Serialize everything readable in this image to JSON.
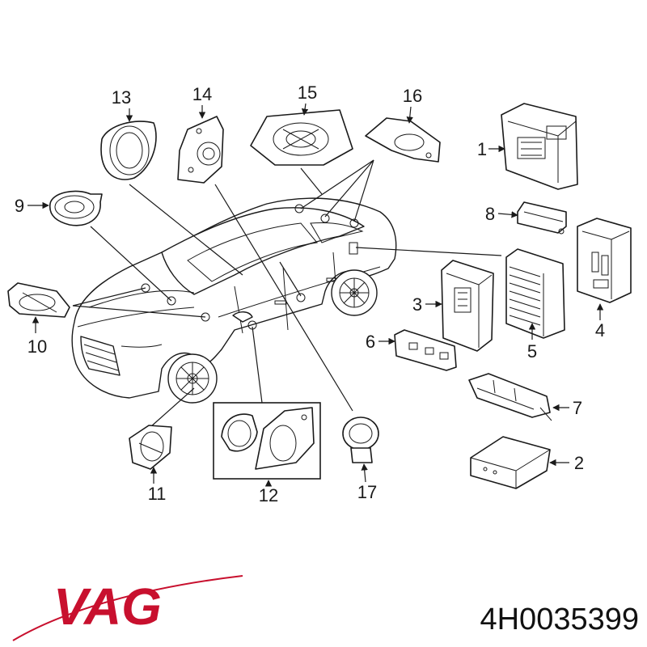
{
  "callouts": [
    "1",
    "2",
    "3",
    "4",
    "5",
    "6",
    "7",
    "8",
    "9",
    "10",
    "11",
    "12",
    "13",
    "14",
    "15",
    "16",
    "17"
  ],
  "brand": {
    "name": "VAG",
    "color": "#c8102e"
  },
  "part_number": "4H0035399"
}
